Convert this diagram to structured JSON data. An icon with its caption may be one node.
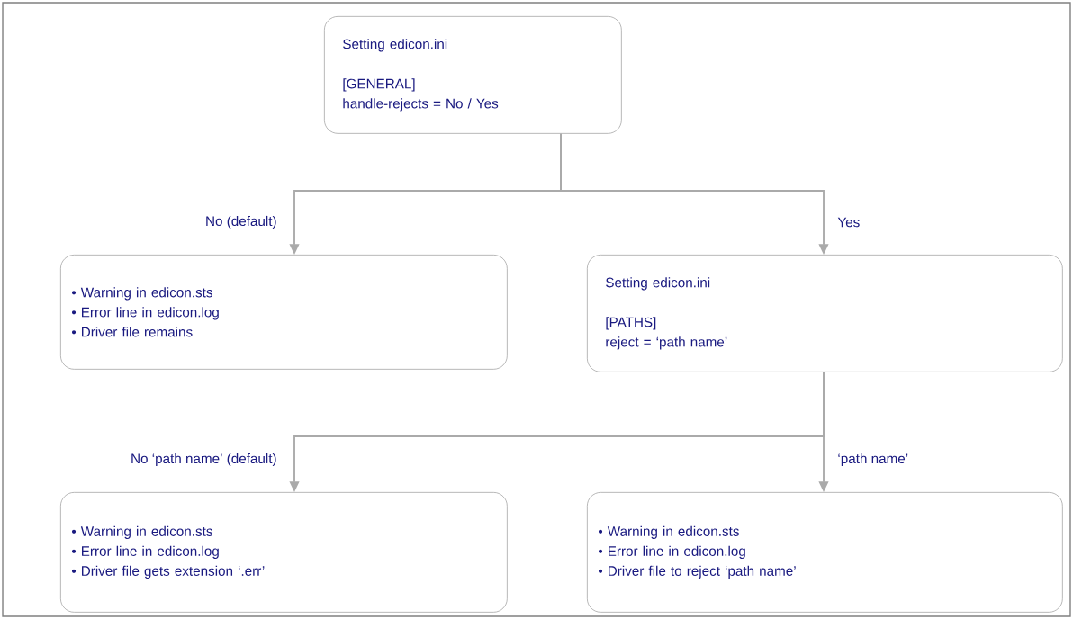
{
  "diagram": {
    "nodes": [
      {
        "text": [
          "Setting edicon.ini",
          "[GENERAL]",
          "handle-rejects = No / Yes"
        ]
      },
      {
        "text": [
          "• Warning in edicon.sts",
          "• Error line in edicon.log",
          "• Driver file remains"
        ]
      },
      {
        "text": [
          "Setting edicon.ini",
          "[PATHS]",
          "reject = ‘path name’"
        ]
      },
      {
        "text": [
          "• Warning in edicon.sts",
          "• Error line in edicon.log",
          "• Driver file gets extension ‘.err’"
        ]
      },
      {
        "text": [
          "• Warning in edicon.sts",
          "• Error line in edicon.log",
          "• Driver file to reject ‘path name’"
        ]
      }
    ],
    "edges": [
      {
        "from": 0,
        "to": 1,
        "arrow": "to",
        "label": "No (default)"
      },
      {
        "from": 0,
        "to": 2,
        "arrow": "to",
        "label": "Yes"
      },
      {
        "from": 2,
        "to": 3,
        "arrow": "to",
        "label": "No ‘path name’ (default)"
      },
      {
        "from": 2,
        "to": 4,
        "arrow": "to",
        "label": "‘path name’"
      }
    ]
  }
}
